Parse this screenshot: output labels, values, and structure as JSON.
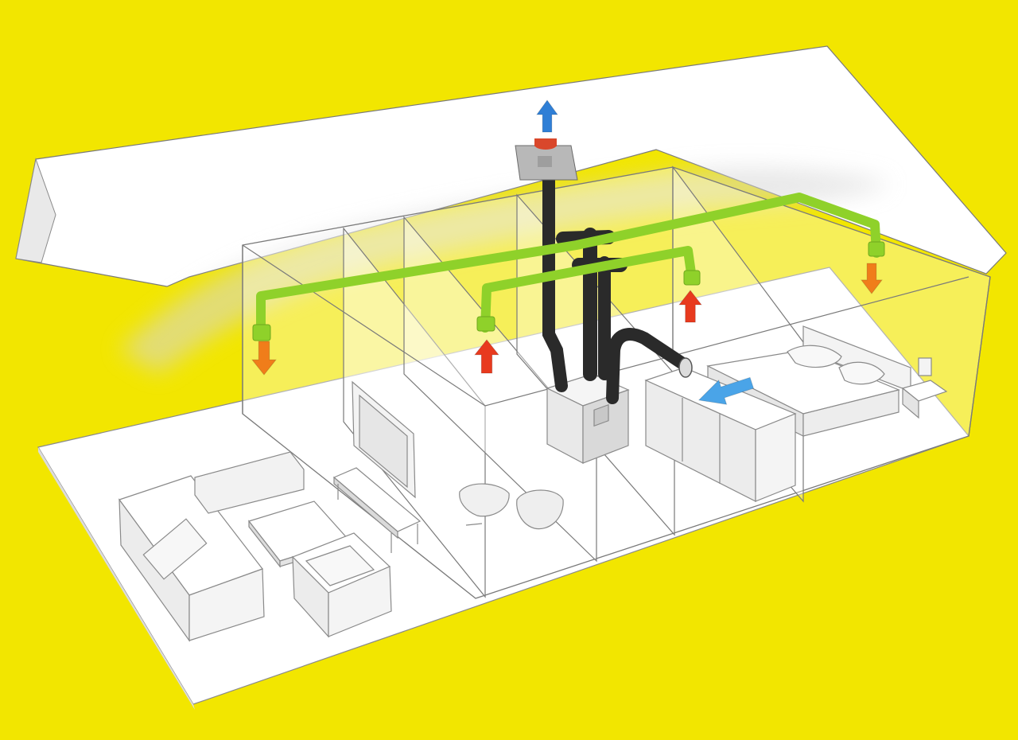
{
  "colors": {
    "background": "#f2e600",
    "supply_duct": "#8fd12a",
    "exhaust_duct": "#2a2a2a",
    "outline": "#6b6b6b",
    "fill_white": "#ffffff",
    "arrow_warm": "#e83a1e",
    "arrow_exhaust_down": "#f07d1a",
    "arrow_outside_air": "#2f7fd6",
    "arrow_fresh_intake": "#4aa4e8",
    "roof_vent": "#d9472b"
  },
  "airflow_arrows": [
    {
      "id": "to-outside",
      "color_key": "arrow_outside_air",
      "direction": "up"
    },
    {
      "id": "supply-living",
      "color_key": "arrow_exhaust_down",
      "direction": "down"
    },
    {
      "id": "extract-bathroom-1",
      "color_key": "arrow_warm",
      "direction": "up"
    },
    {
      "id": "extract-bathroom-2",
      "color_key": "arrow_warm",
      "direction": "up"
    },
    {
      "id": "supply-bedroom",
      "color_key": "arrow_exhaust_down",
      "direction": "down"
    },
    {
      "id": "fresh-air-intake",
      "color_key": "arrow_fresh_intake",
      "direction": "left"
    }
  ],
  "rooms": [
    "living-room",
    "bathroom",
    "utility-room",
    "bedroom"
  ],
  "equipment": [
    "heat-recovery-unit",
    "roof-vent",
    "exhaust-stack",
    "supply-ducts",
    "extract-ducts"
  ]
}
